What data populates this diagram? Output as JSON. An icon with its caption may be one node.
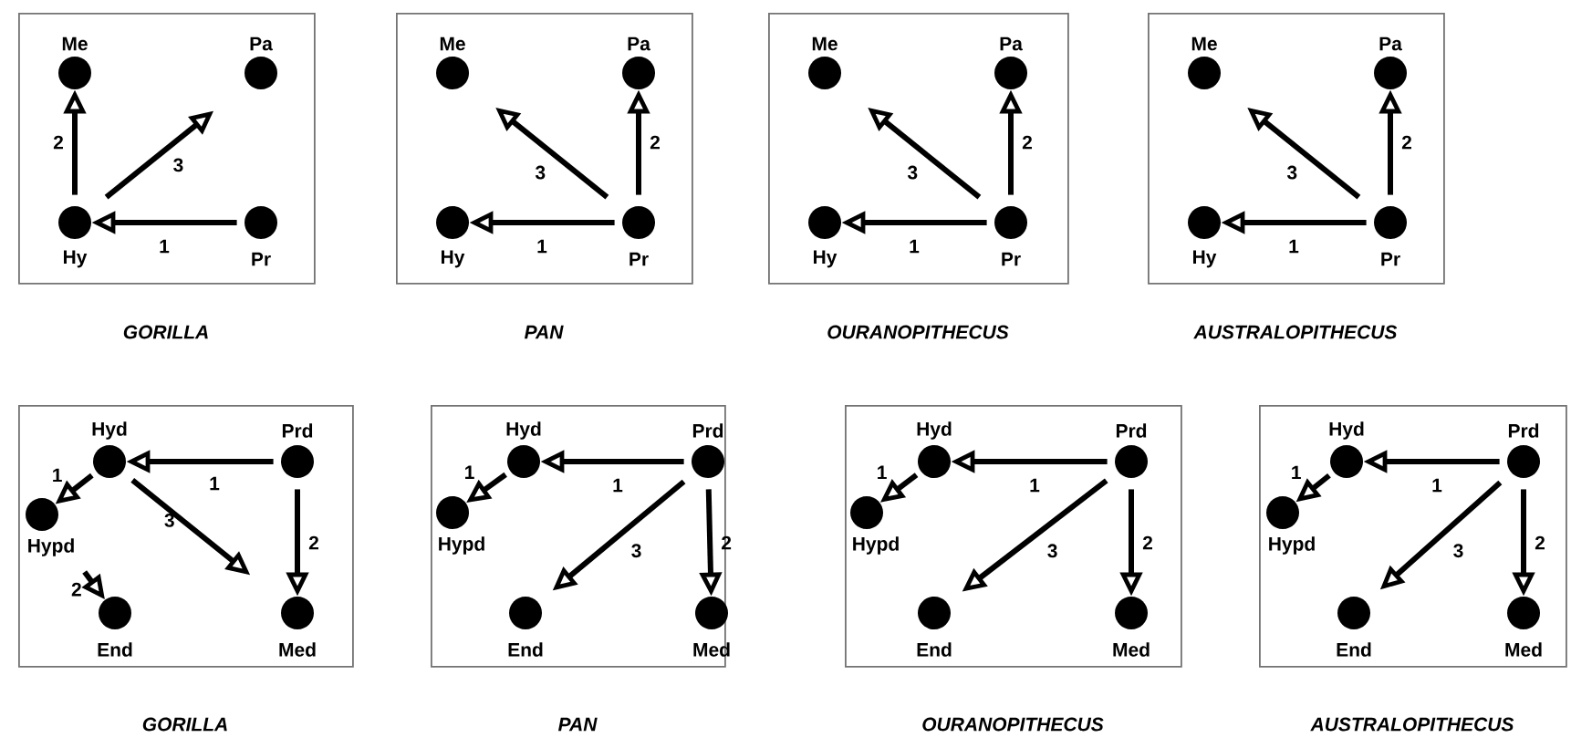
{
  "diagram": {
    "nodes": [
      {
        "text": [
          "GORILLA"
        ]
      },
      {
        "text": [
          "Me"
        ],
        "in": 0
      },
      {
        "text": [
          "Pa"
        ],
        "in": 0
      },
      {
        "text": [
          "Hy"
        ],
        "in": 0
      },
      {
        "text": [
          "Pr"
        ],
        "in": 0
      },
      {
        "text": [
          "PAN"
        ]
      },
      {
        "text": [
          "Me"
        ],
        "in": 5
      },
      {
        "text": [
          "Pa"
        ],
        "in": 5
      },
      {
        "text": [
          "Hy"
        ],
        "in": 5
      },
      {
        "text": [
          "Pr"
        ],
        "in": 5
      },
      {
        "text": [
          "OURANOPITHECUS"
        ]
      },
      {
        "text": [
          "Me"
        ],
        "in": 10
      },
      {
        "text": [
          "Pa"
        ],
        "in": 10
      },
      {
        "text": [
          "Hy"
        ],
        "in": 10
      },
      {
        "text": [
          "Pr"
        ],
        "in": 10
      },
      {
        "text": [
          "AUSTRALOPITHECUS"
        ]
      },
      {
        "text": [
          "Me"
        ],
        "in": 15
      },
      {
        "text": [
          "Pa"
        ],
        "in": 15
      },
      {
        "text": [
          "Hy"
        ],
        "in": 15
      },
      {
        "text": [
          "Pr"
        ],
        "in": 15
      },
      {
        "text": [
          "GORILLA"
        ]
      },
      {
        "text": [
          "Hyd"
        ],
        "in": 20
      },
      {
        "text": [
          "Prd"
        ],
        "in": 20
      },
      {
        "text": [
          "Hypd"
        ],
        "in": 20
      },
      {
        "text": [
          "End"
        ],
        "in": 20
      },
      {
        "text": [
          "Med"
        ],
        "in": 20
      },
      {
        "text": [
          "PAN"
        ]
      },
      {
        "text": [
          "Hyd"
        ],
        "in": 26
      },
      {
        "text": [
          "Prd"
        ],
        "in": 26
      },
      {
        "text": [
          "Hypd"
        ],
        "in": 26
      },
      {
        "text": [
          "End"
        ],
        "in": 26
      },
      {
        "text": [
          "Med"
        ],
        "in": 26
      },
      {
        "text": [
          "OURANOPITHECUS"
        ]
      },
      {
        "text": [
          "Hyd"
        ],
        "in": 32
      },
      {
        "text": [
          "Prd"
        ],
        "in": 32
      },
      {
        "text": [
          "Hypd"
        ],
        "in": 32
      },
      {
        "text": [
          "End"
        ],
        "in": 32
      },
      {
        "text": [
          "Med"
        ],
        "in": 32
      },
      {
        "text": [
          "AUSTRALOPITHECUS"
        ]
      },
      {
        "text": [
          "Hyd"
        ],
        "in": 38
      },
      {
        "text": [
          "Prd"
        ],
        "in": 38
      },
      {
        "text": [
          "Hypd"
        ],
        "in": 38
      },
      {
        "text": [
          "End"
        ],
        "in": 38
      },
      {
        "text": [
          "Med"
        ],
        "in": 38
      }
    ],
    "edges": [
      {
        "from": 4,
        "to": 3,
        "arrow": "to",
        "label": "1"
      },
      {
        "from": 3,
        "to": 1,
        "arrow": "to",
        "label": "2"
      },
      {
        "from": 3,
        "to": 2,
        "arrow": "to",
        "label": "3"
      },
      {
        "from": 9,
        "to": 8,
        "arrow": "to",
        "label": "1"
      },
      {
        "from": 9,
        "to": 7,
        "arrow": "to",
        "label": "2"
      },
      {
        "from": 9,
        "to": 6,
        "arrow": "to",
        "label": "3"
      },
      {
        "from": 14,
        "to": 13,
        "arrow": "to",
        "label": "1"
      },
      {
        "from": 14,
        "to": 12,
        "arrow": "to",
        "label": "2"
      },
      {
        "from": 14,
        "to": 11,
        "arrow": "to",
        "label": "3"
      },
      {
        "from": 19,
        "to": 18,
        "arrow": "to",
        "label": "1"
      },
      {
        "from": 19,
        "to": 17,
        "arrow": "to",
        "label": "2"
      },
      {
        "from": 19,
        "to": 16,
        "arrow": "to",
        "label": "3"
      },
      {
        "from": 22,
        "to": 21,
        "arrow": "to",
        "label": "1"
      },
      {
        "from": 21,
        "to": 23,
        "arrow": "to",
        "label": "1"
      },
      {
        "from": 22,
        "to": 25,
        "arrow": "to",
        "label": "2"
      },
      {
        "from": 23,
        "to": 24,
        "arrow": "to",
        "label": "2"
      },
      {
        "from": 21,
        "to": 25,
        "arrow": "to",
        "label": "3"
      },
      {
        "from": 28,
        "to": 27,
        "arrow": "to",
        "label": "1"
      },
      {
        "from": 27,
        "to": 29,
        "arrow": "to",
        "label": "1"
      },
      {
        "from": 28,
        "to": 31,
        "arrow": "to",
        "label": "2"
      },
      {
        "from": 28,
        "to": 30,
        "arrow": "to",
        "label": "3"
      },
      {
        "from": 34,
        "to": 33,
        "arrow": "to",
        "label": "1"
      },
      {
        "from": 33,
        "to": 35,
        "arrow": "to",
        "label": "1"
      },
      {
        "from": 34,
        "to": 37,
        "arrow": "to",
        "label": "2"
      },
      {
        "from": 34,
        "to": 36,
        "arrow": "to",
        "label": "3"
      },
      {
        "from": 40,
        "to": 39,
        "arrow": "to",
        "label": "1"
      },
      {
        "from": 39,
        "to": 41,
        "arrow": "to",
        "label": "1"
      },
      {
        "from": 40,
        "to": 43,
        "arrow": "to",
        "label": "2"
      },
      {
        "from": 40,
        "to": 42,
        "arrow": "to",
        "label": "3"
      }
    ]
  }
}
